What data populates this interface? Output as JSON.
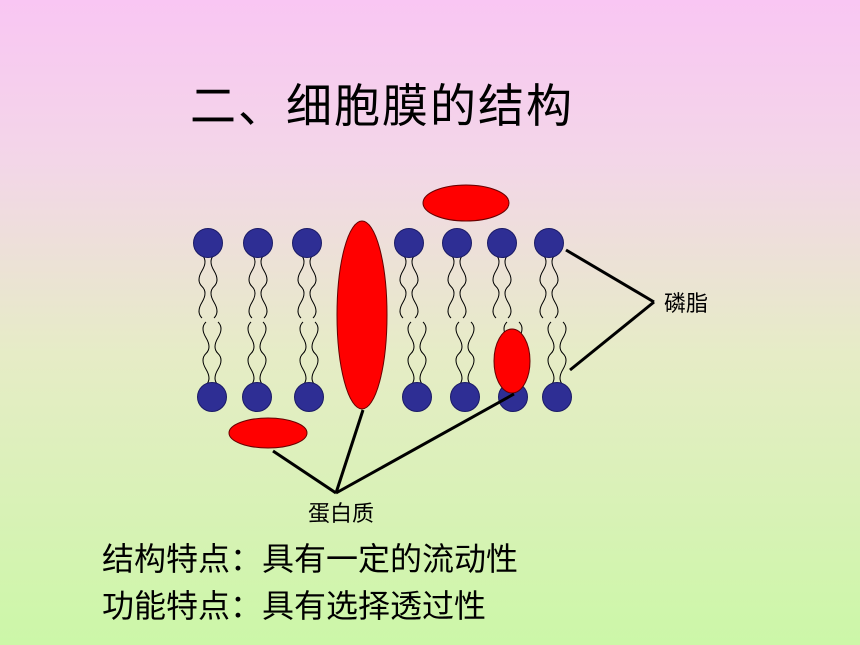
{
  "title": "二、细胞膜的结构",
  "labels": {
    "phospholipid": "磷脂",
    "protein": "蛋白质"
  },
  "statements": [
    "结构特点：具有一定的流动性",
    "功能特点：具有选择透过性"
  ],
  "colors": {
    "head": "#2e2e94",
    "protein": "#ff0000",
    "line": "#000000"
  }
}
